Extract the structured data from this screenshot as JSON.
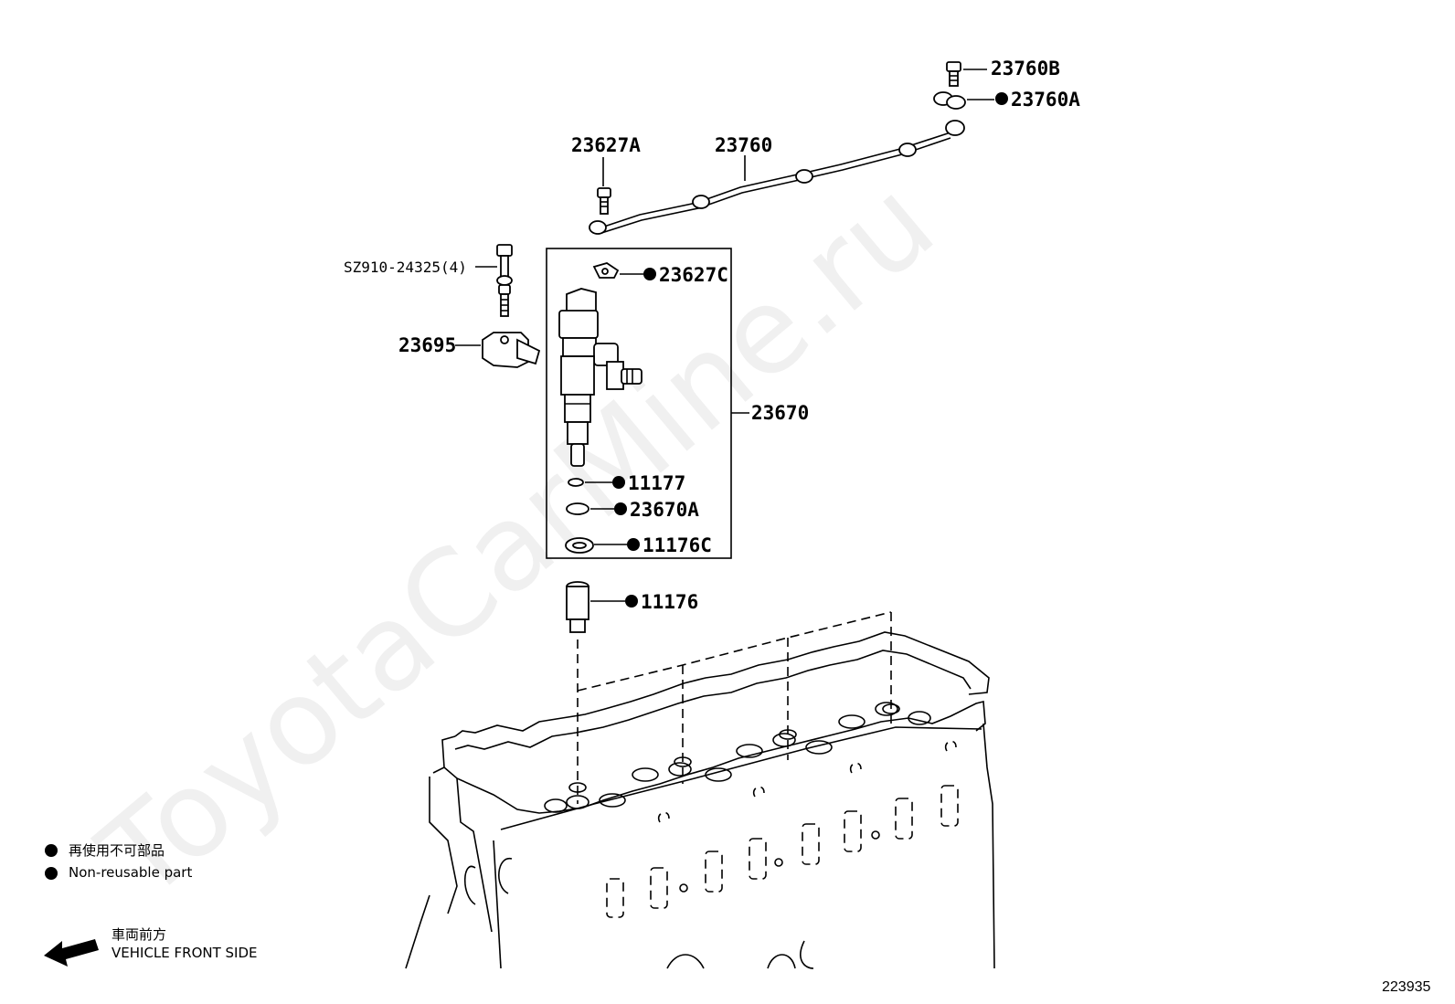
{
  "watermark": "ToyotaCarMine.ru",
  "diagram_id": "223935",
  "labels": {
    "l23760B": "23760B",
    "l23760A": "23760A",
    "l23627A": "23627A",
    "l23760": "23760",
    "lSZ910": "SZ910-24325(4)",
    "l23627C": "23627C",
    "l23695": "23695",
    "l23670": "23670",
    "l11177": "11177",
    "l23670A": "23670A",
    "l11176C": "11176C",
    "l11176": "11176"
  },
  "legend": {
    "nonreusable_jp": "再使用不可部品",
    "nonreusable_en": "Non-reusable part",
    "front_jp": "車両前方",
    "front_en": "VEHICLE FRONT SIDE"
  }
}
